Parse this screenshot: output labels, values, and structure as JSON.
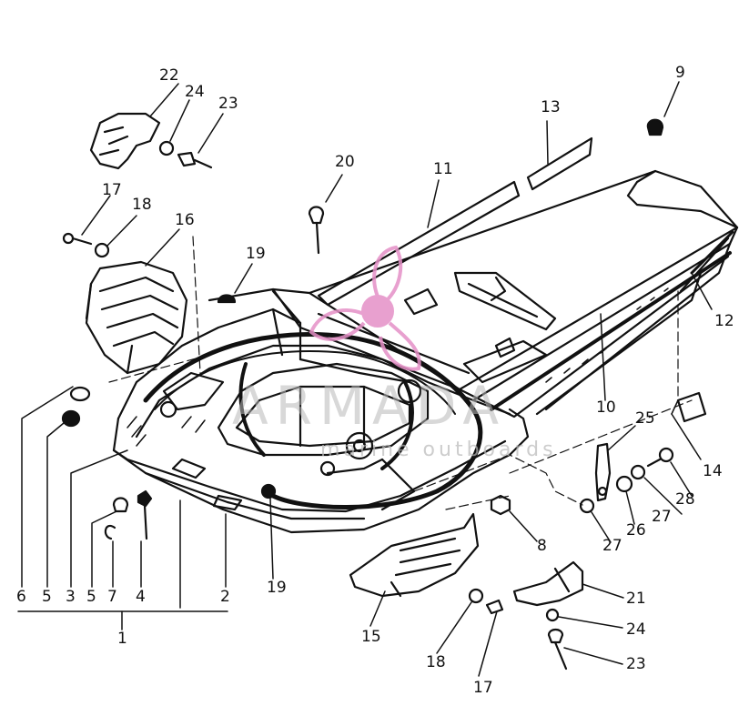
{
  "watermark": {
    "brand": "ARMADA",
    "subtitle": "marine outboards",
    "colors": {
      "logo": "#e590c7",
      "text": "#b9b9b9"
    }
  },
  "part_labels": [
    {
      "id": "l22",
      "text": "22"
    },
    {
      "id": "l24a",
      "text": "24"
    },
    {
      "id": "l23a",
      "text": "23"
    },
    {
      "id": "l9",
      "text": "9"
    },
    {
      "id": "l13",
      "text": "13"
    },
    {
      "id": "l20",
      "text": "20"
    },
    {
      "id": "l11",
      "text": "11"
    },
    {
      "id": "l17a",
      "text": "17"
    },
    {
      "id": "l18a",
      "text": "18"
    },
    {
      "id": "l16",
      "text": "16"
    },
    {
      "id": "l19a",
      "text": "19"
    },
    {
      "id": "l12",
      "text": "12"
    },
    {
      "id": "l10",
      "text": "10"
    },
    {
      "id": "l25",
      "text": "25"
    },
    {
      "id": "l14",
      "text": "14"
    },
    {
      "id": "l28",
      "text": "28"
    },
    {
      "id": "l27a",
      "text": "27"
    },
    {
      "id": "l26",
      "text": "26"
    },
    {
      "id": "l27b",
      "text": "27"
    },
    {
      "id": "l8",
      "text": "8"
    },
    {
      "id": "l19b",
      "text": "19"
    },
    {
      "id": "l21",
      "text": "21"
    },
    {
      "id": "l24b",
      "text": "24"
    },
    {
      "id": "l23b",
      "text": "23"
    },
    {
      "id": "l15",
      "text": "15"
    },
    {
      "id": "l18b",
      "text": "18"
    },
    {
      "id": "l17b",
      "text": "17"
    },
    {
      "id": "l6",
      "text": "6"
    },
    {
      "id": "l5a",
      "text": "5"
    },
    {
      "id": "l3",
      "text": "3"
    },
    {
      "id": "l5b",
      "text": "5"
    },
    {
      "id": "l7",
      "text": "7"
    },
    {
      "id": "l4",
      "text": "4"
    },
    {
      "id": "l2",
      "text": "2"
    },
    {
      "id": "l1",
      "text": "1"
    }
  ]
}
